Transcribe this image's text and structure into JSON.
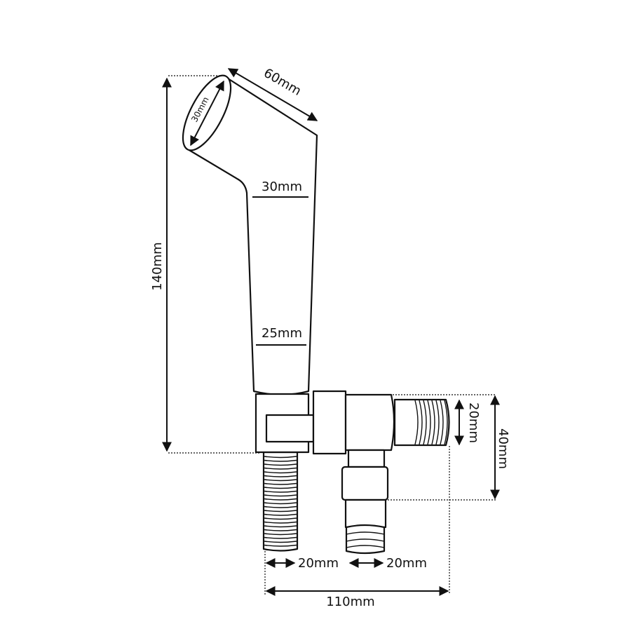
{
  "dimensions": {
    "height_total": "140mm",
    "head_length": "60mm",
    "nozzle_diameter": "30mm",
    "handle_top_width": "30mm",
    "handle_bottom_width": "25mm",
    "outlet_thread": "20mm",
    "valve_height": "40mm",
    "hose_thread_left": "20mm",
    "hose_thread_right": "20mm",
    "total_width": "110mm"
  },
  "colors": {
    "line": "#111111",
    "background": "#ffffff"
  }
}
